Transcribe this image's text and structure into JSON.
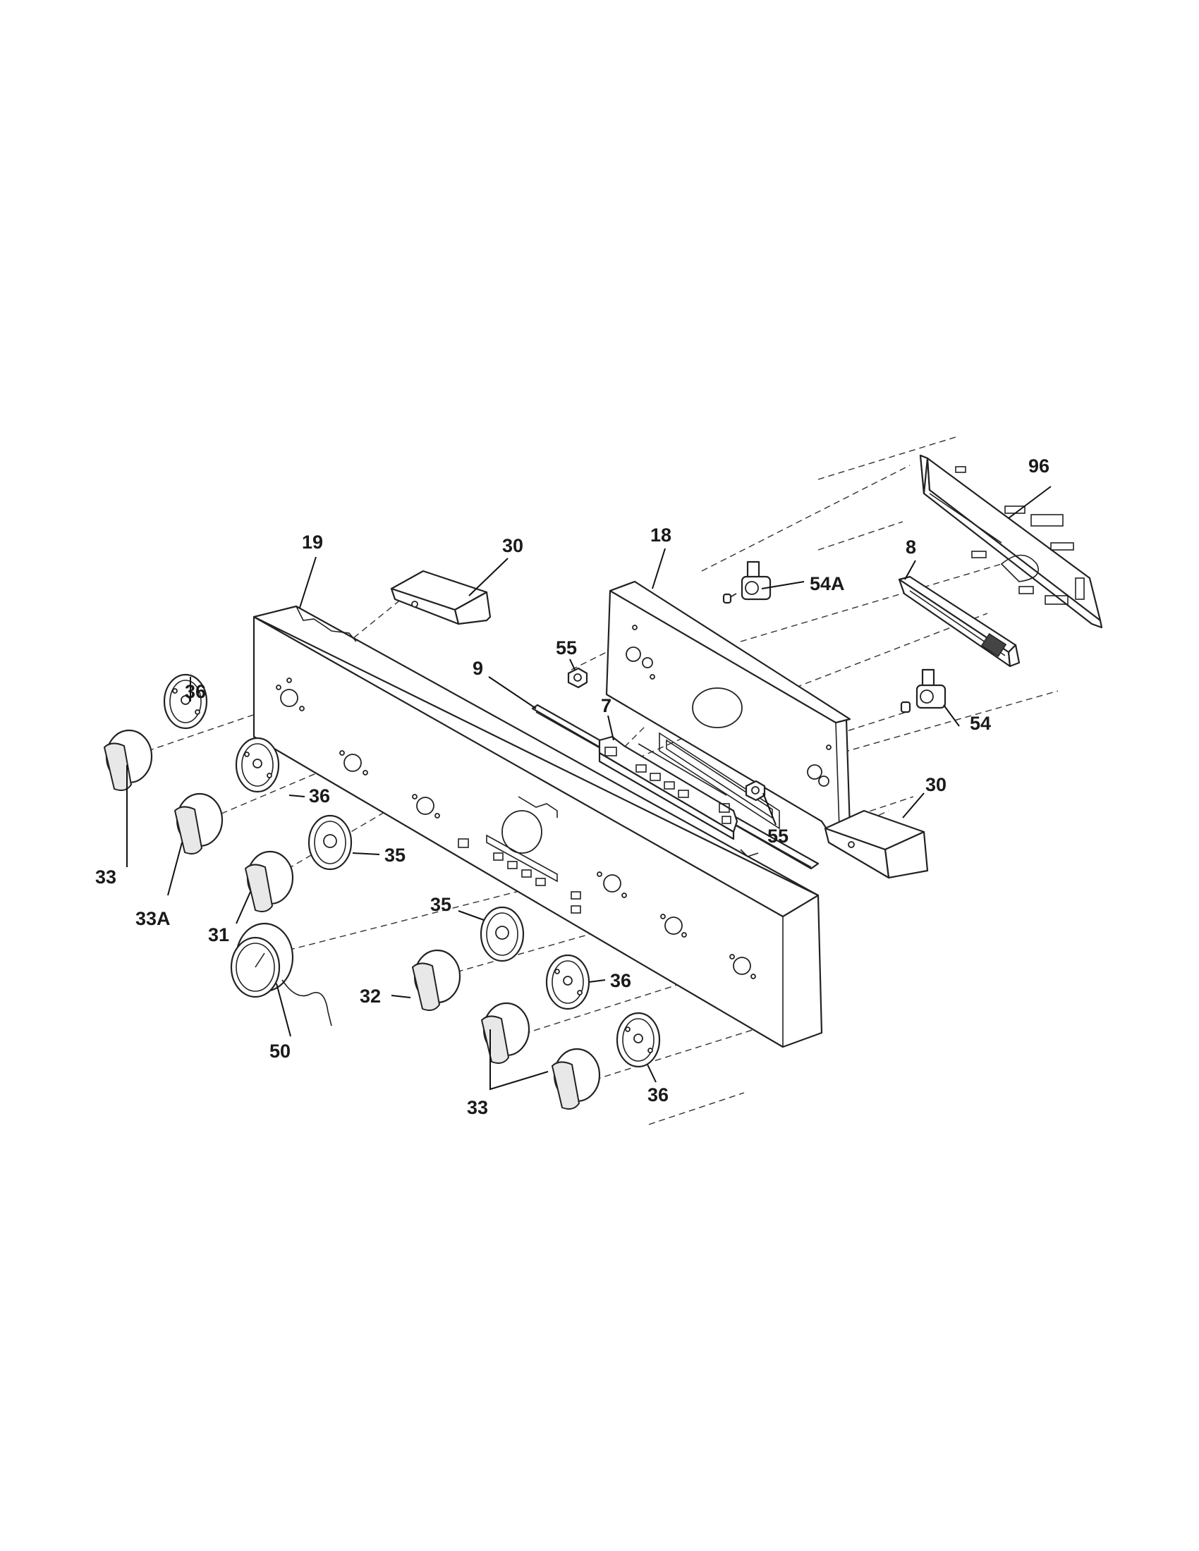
{
  "callouts": {
    "c96": "96",
    "c18": "18",
    "c8": "8",
    "c19": "19",
    "c30a": "30",
    "c54A": "54A",
    "c55a": "55",
    "c9": "9",
    "c7": "7",
    "c36a": "36",
    "c54": "54",
    "c36b": "36",
    "c55b": "55",
    "c30b": "30",
    "c35a": "35",
    "c33a": "33",
    "c33A": "33A",
    "c31": "31",
    "c35b": "35",
    "c36c": "36",
    "c32": "32",
    "c50": "50",
    "c36d": "36",
    "c33b": "33"
  }
}
